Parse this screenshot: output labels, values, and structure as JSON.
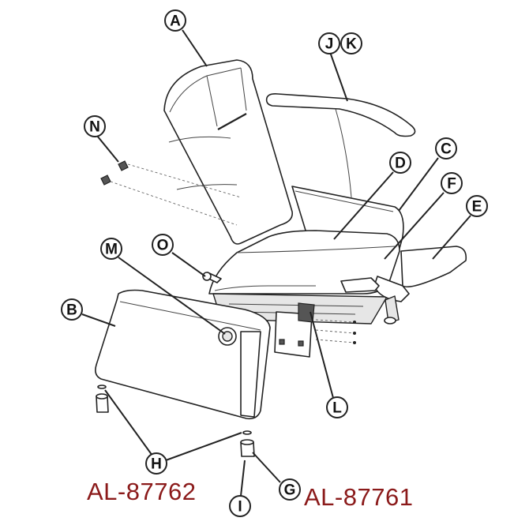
{
  "callouts": {
    "A": "A",
    "B": "B",
    "C": "C",
    "D": "D",
    "E": "E",
    "F": "F",
    "G": "G",
    "H": "H",
    "I": "I",
    "J": "J",
    "K": "K",
    "L": "L",
    "M": "M",
    "N": "N",
    "O": "O"
  },
  "part_numbers": {
    "left": "AL-87762",
    "right": "AL-87761"
  },
  "colors": {
    "part_number": "#8b1a1a",
    "line": "#222222"
  }
}
